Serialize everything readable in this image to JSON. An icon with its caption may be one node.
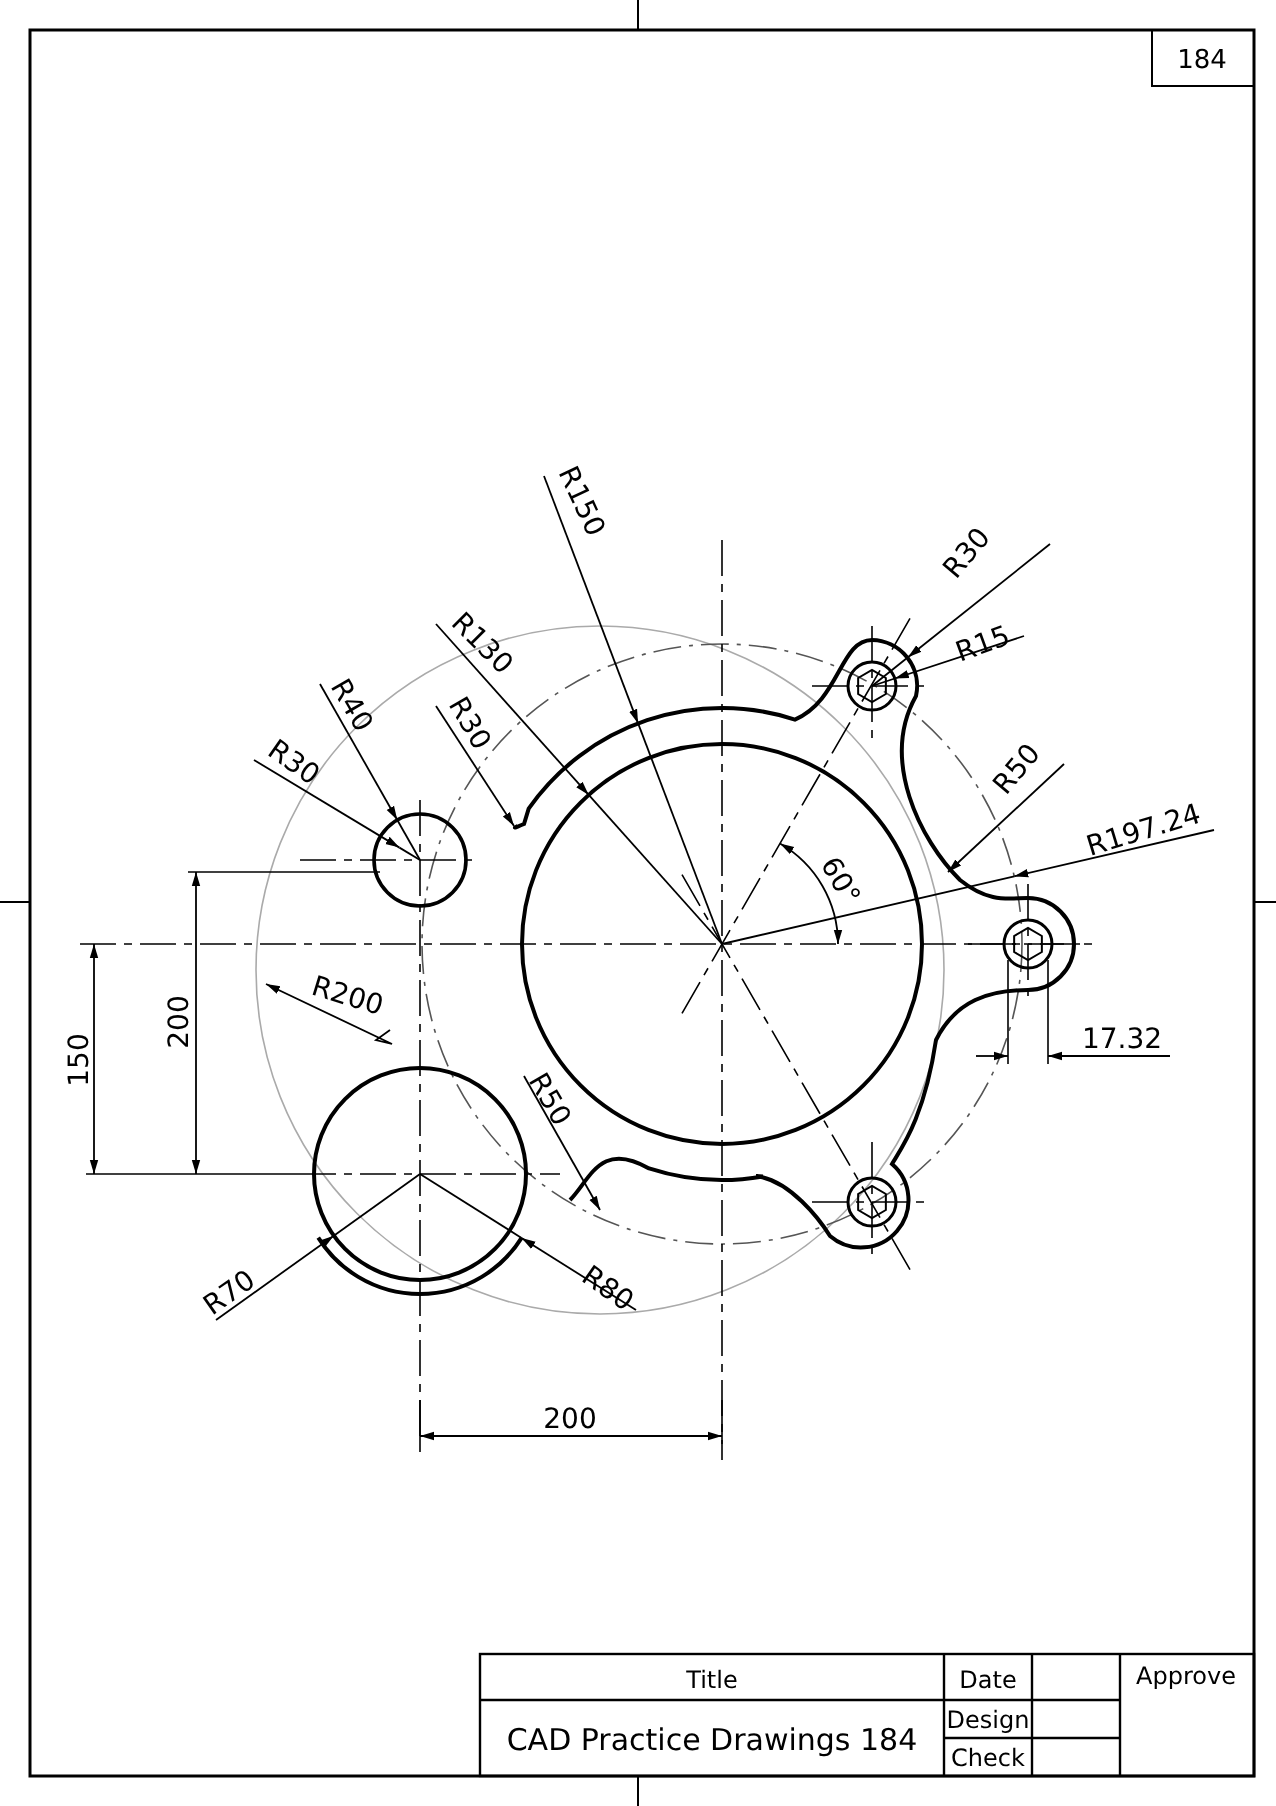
{
  "diagram": {
    "labels": [
      "184",
      "R150",
      "R30",
      "R130",
      "R15",
      "R40",
      "R30",
      "R30",
      "R50",
      "R197.24",
      "60°",
      "R200",
      "150",
      "200",
      "17.32",
      "R50",
      "R70",
      "R80",
      "200",
      "Title",
      "Date",
      "Approve",
      "CAD Practice Drawings 184",
      "Design",
      "Check"
    ]
  }
}
